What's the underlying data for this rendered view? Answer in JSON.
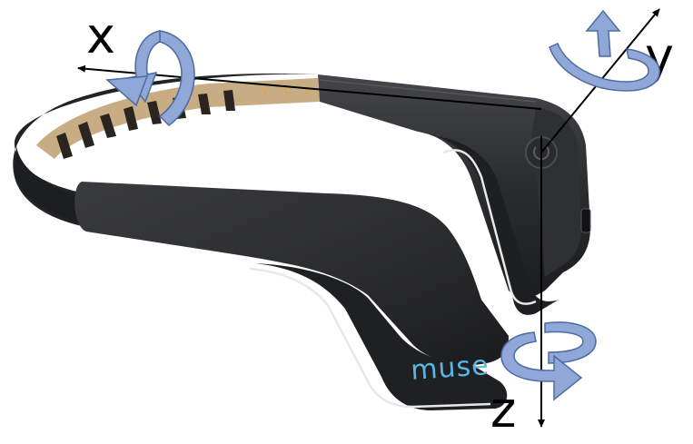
{
  "diagram": {
    "brand": "muse",
    "axes": {
      "x_label": "x",
      "y_label": "y",
      "z_label": "z"
    }
  },
  "colors": {
    "band": "#2b2c2e",
    "band_shade": "#1c1d1f",
    "band_highlight": "#4a4b4e",
    "sensor_strip": "#c8ad84",
    "stripe": "#2a2520",
    "rotation_arrow": "#8fa8d8",
    "rotation_arrow_stroke": "#4e6aa0",
    "brand_text": "#5ab4e6",
    "axis_line": "#000000"
  },
  "icons": [
    "power-button-icon",
    "usb-port-icon",
    "x-rotation-arrow-icon",
    "y-rotation-arrow-icon",
    "z-rotation-arrow-icon"
  ]
}
